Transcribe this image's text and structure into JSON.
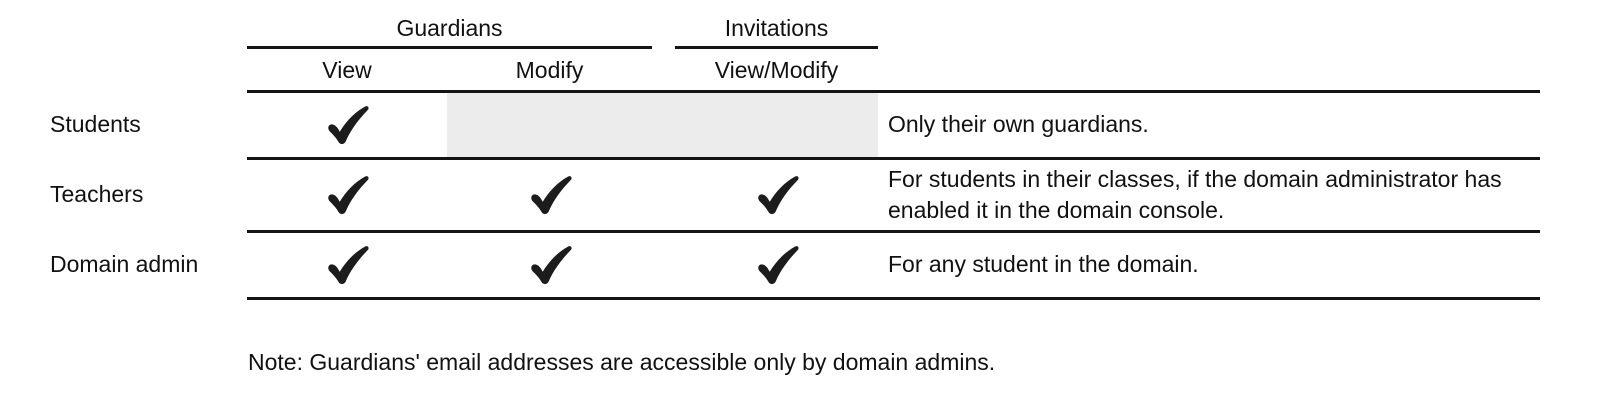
{
  "table": {
    "column_groups": [
      {
        "label": "Guardians",
        "columns": [
          "View",
          "Modify"
        ]
      },
      {
        "label": "Invitations",
        "columns": [
          "View/Modify"
        ]
      }
    ],
    "rows": [
      {
        "label": "Students",
        "checks": {
          "view": true,
          "modify": false,
          "view_modify": false
        },
        "disabled_span": true,
        "note": "Only their own guardians."
      },
      {
        "label": "Teachers",
        "checks": {
          "view": true,
          "modify": true,
          "view_modify": true
        },
        "disabled_span": false,
        "note": "For students in their classes, if the domain administrator has enabled it in the domain console."
      },
      {
        "label": "Domain admin",
        "checks": {
          "view": true,
          "modify": true,
          "view_modify": true
        },
        "disabled_span": false,
        "note": "For any student in the domain."
      }
    ]
  },
  "footnote": "Note: Guardians' email addresses are accessible only by domain admins.",
  "icons": {
    "check": "heavy-check-mark"
  },
  "colors": {
    "background": "#ffffff",
    "text": "#111111",
    "line": "#141414",
    "disabled_cell": "#ececec",
    "check": "#1c1c1c"
  }
}
